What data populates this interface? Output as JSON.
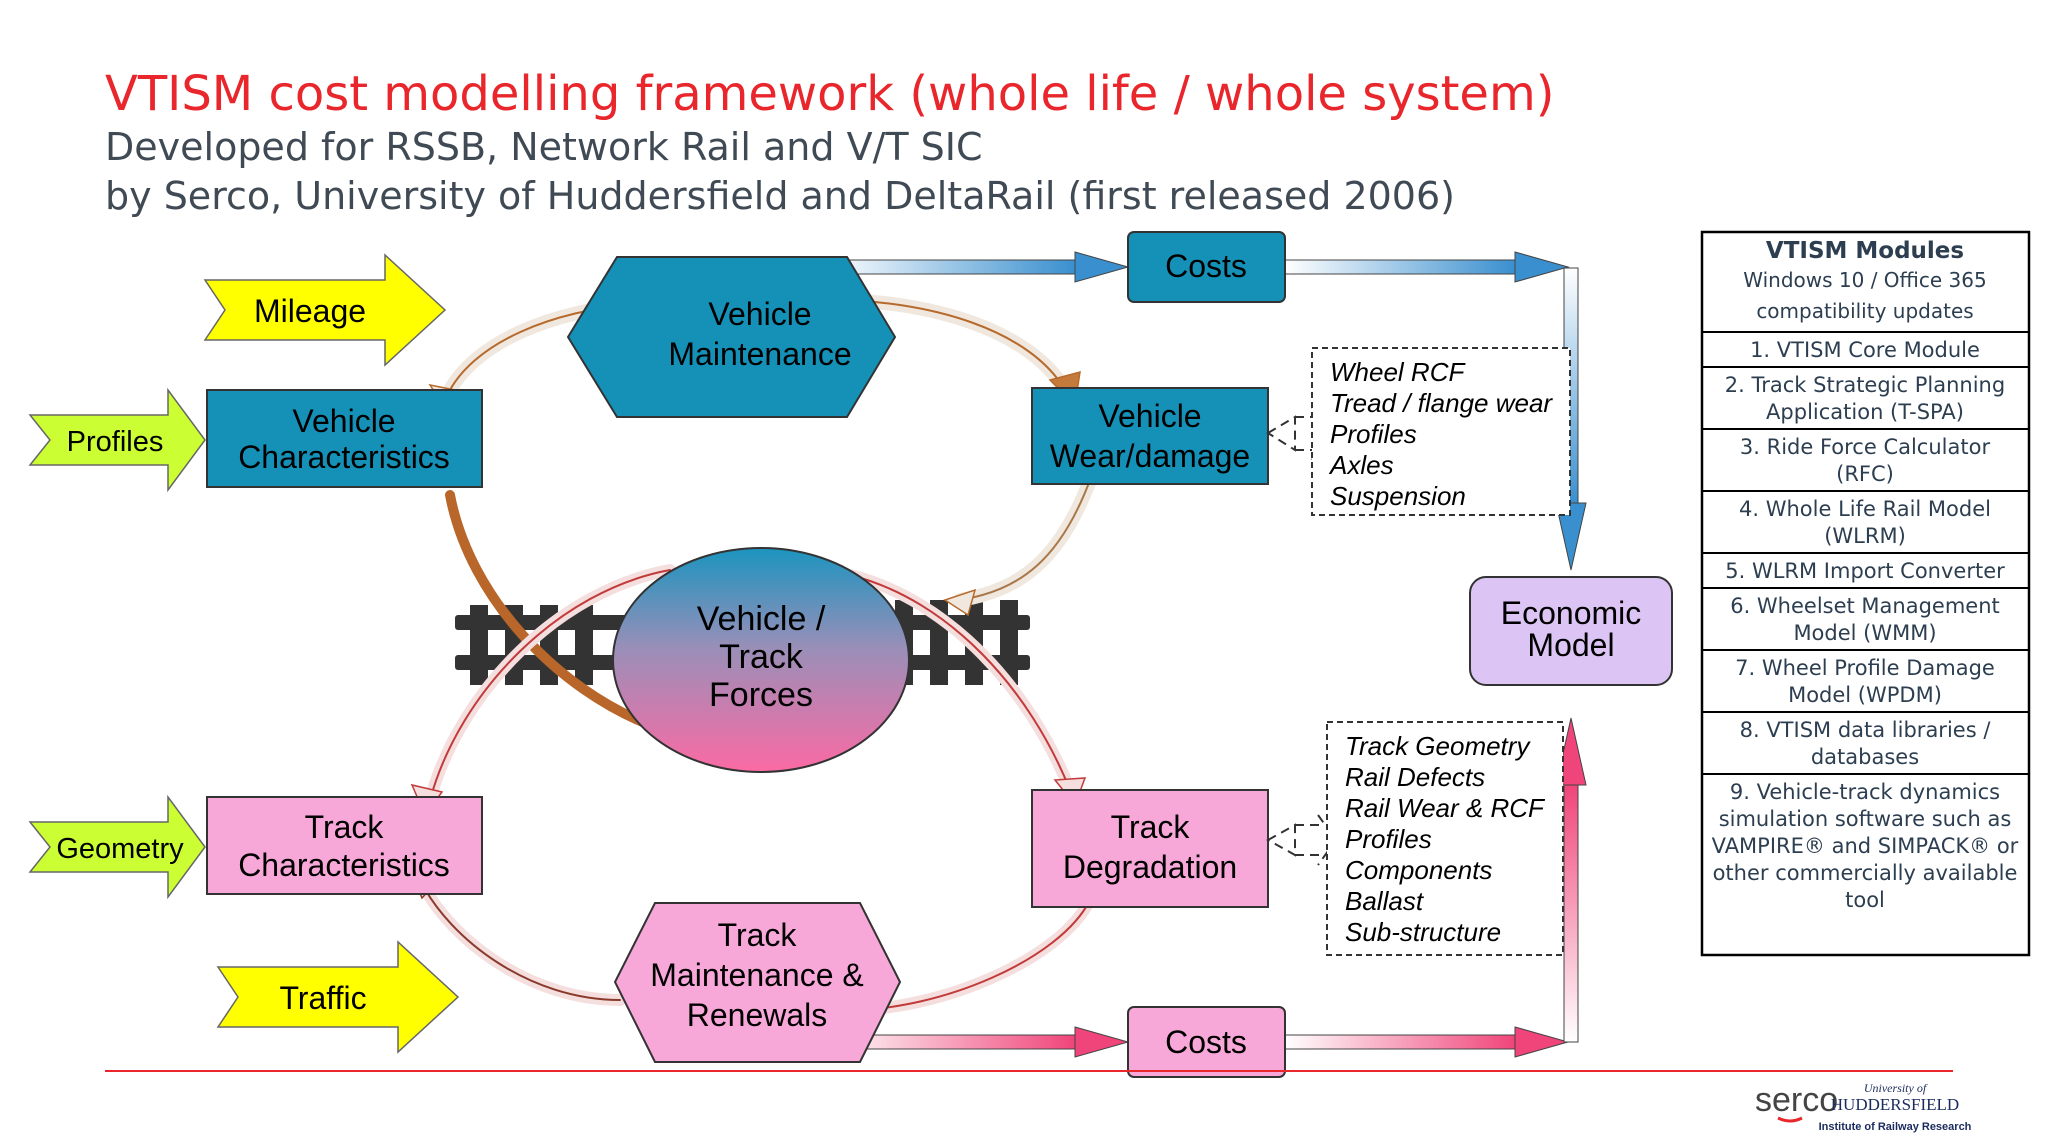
{
  "header": {
    "title": "VTISM cost modelling framework (whole life / whole system)",
    "subtitle_line1": "Developed for RSSB, Network Rail and V/T SIC",
    "subtitle_line2": "by Serco, University of Huddersfield and DeltaRail (first released 2006)"
  },
  "inputs": {
    "mileage": "Mileage",
    "profiles": "Profiles",
    "geometry": "Geometry",
    "traffic": "Traffic"
  },
  "nodes": {
    "vehicle_characteristics": [
      "Vehicle",
      "Characteristics"
    ],
    "vehicle_maintenance": [
      "Vehicle",
      "Maintenance"
    ],
    "vehicle_wear": [
      "Vehicle",
      "Wear/damage"
    ],
    "costs_top": "Costs",
    "vehicle_track_forces": [
      "Vehicle /",
      "Track",
      "Forces"
    ],
    "track_characteristics": [
      "Track",
      "Characteristics"
    ],
    "track_degradation": [
      "Track",
      "Degradation"
    ],
    "track_maintenance": [
      "Track",
      "Maintenance &",
      "Renewals"
    ],
    "costs_bottom": "Costs",
    "economic_model": [
      "Economic",
      "Model"
    ]
  },
  "vehicle_wear_details": [
    "Wheel RCF",
    "Tread / flange wear",
    "Profiles",
    "Axles",
    "Suspension"
  ],
  "track_degradation_details": [
    "Track Geometry",
    "Rail Defects",
    "Rail Wear & RCF",
    "Profiles",
    "Components",
    "Ballast",
    "Sub-structure"
  ],
  "modules_panel": {
    "title": "VTISM Modules",
    "subtitle_line1": "Windows 10 / Office 365",
    "subtitle_line2": "compatibility updates",
    "items": [
      [
        "1. VTISM Core Module"
      ],
      [
        "2. Track Strategic Planning",
        "Application (T-SPA)"
      ],
      [
        "3. Ride Force Calculator",
        "(RFC)"
      ],
      [
        "4. Whole Life Rail Model",
        "(WLRM)"
      ],
      [
        "5. WLRM Import Converter"
      ],
      [
        "6. Wheelset Management",
        "Model (WMM)"
      ],
      [
        "7. Wheel Profile Damage",
        "Model (WPDM)"
      ],
      [
        "8. VTISM data libraries /",
        "databases"
      ],
      [
        "9. Vehicle-track dynamics",
        "simulation software such as",
        "VAMPIRE® and SIMPACK® or",
        "other commercially available",
        "tool"
      ]
    ]
  },
  "logos": {
    "serco": "serco",
    "uni_top": "University of",
    "uni_name": "HUDDERSFIELD",
    "uni_institute": "Institute of Railway Research"
  },
  "colors": {
    "title_red": "#e8262b",
    "subtitle_grey": "#404a55",
    "vehicle_blue": "#1591b8",
    "track_pink": "#f7a8d8",
    "economic_purple": "#dcc4f4",
    "input_yellow": "#ffff00",
    "input_lime": "#ccff33"
  }
}
